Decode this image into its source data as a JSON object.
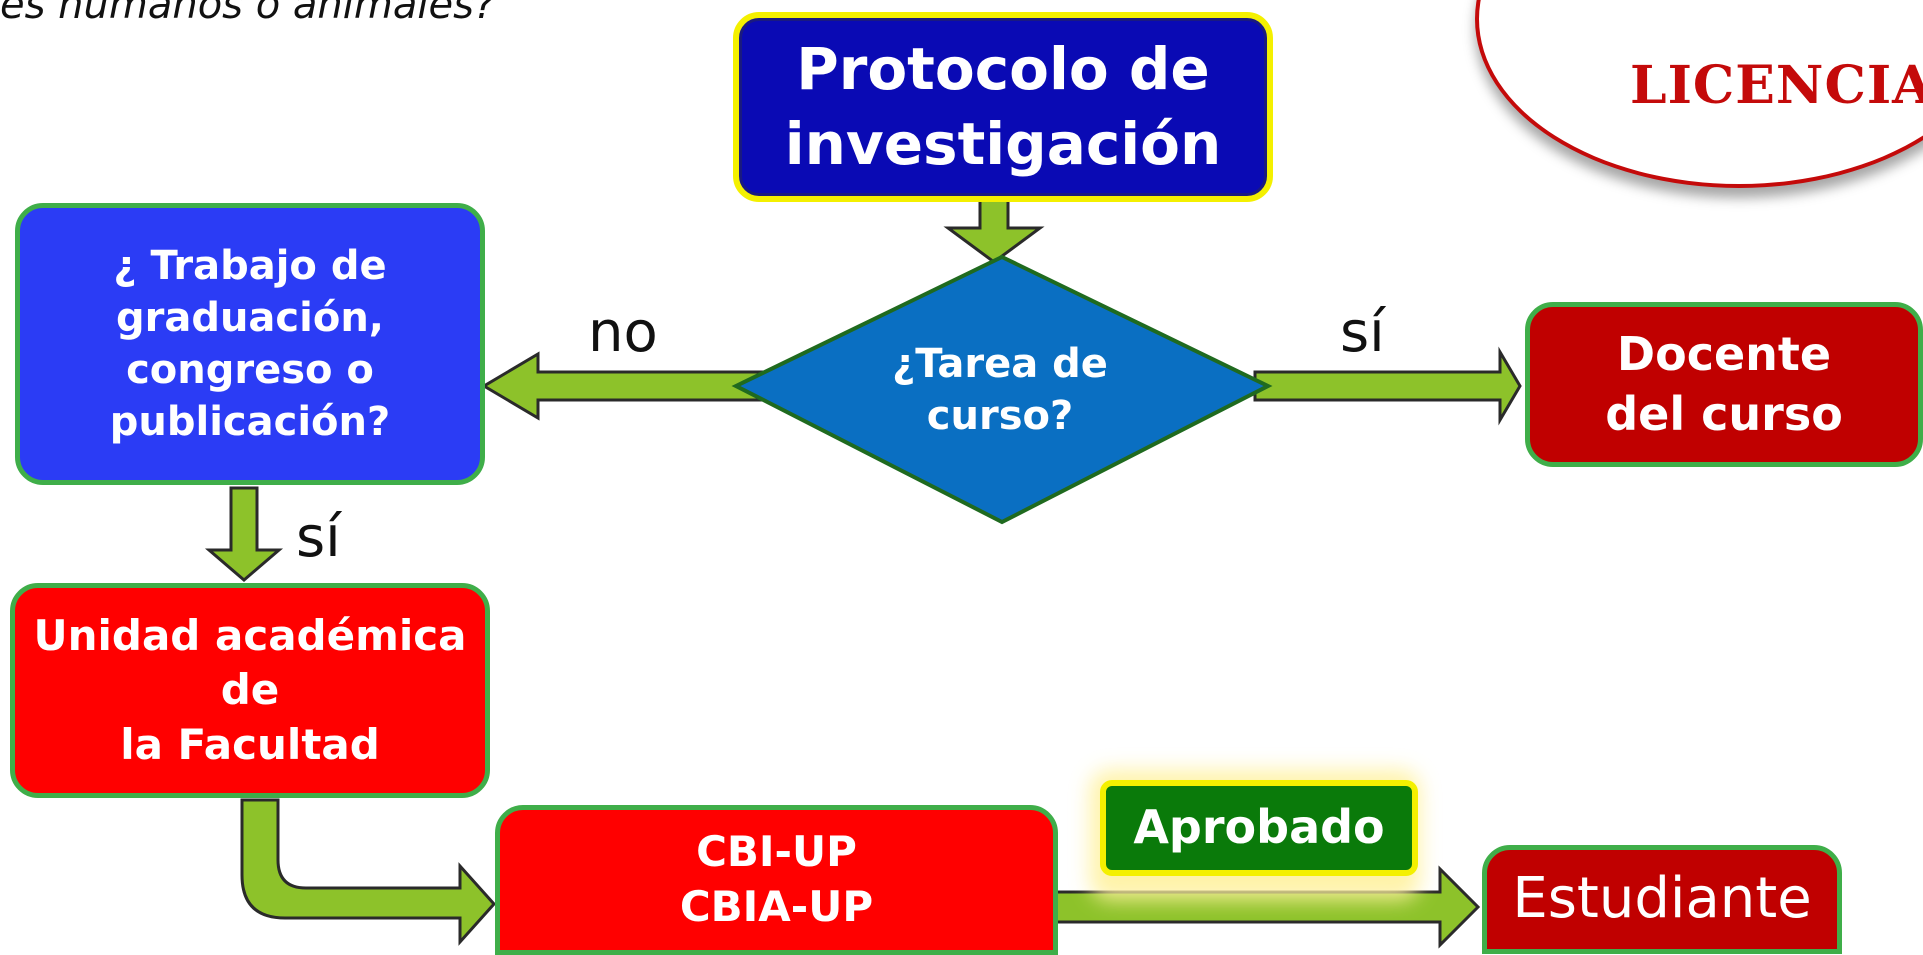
{
  "header": {
    "cut_question": "es humanos o animales?",
    "stamp_text": "LICENCIAT"
  },
  "nodes": {
    "protocolo": "Protocolo de\ninvestigación",
    "tarea": "¿Tarea de\ncurso?",
    "trabajo": "¿ Trabajo de\ngraduación,\ncongreso o\npublicación?",
    "docente": "Docente\ndel curso",
    "unidad": "Unidad académica\nde\nla Facultad",
    "cbi": "CBI-UP\nCBIA-UP",
    "aprobado": "Aprobado",
    "estudiante": "Estudiante"
  },
  "edge_labels": {
    "no": "no",
    "si_right": "sí",
    "si_down": "sí"
  },
  "colors": {
    "arrow_fill": "#8dc22a",
    "arrow_stroke": "#2a2a2a",
    "node_border": "#3fae49",
    "protocolo_fill": "#0a0ab4",
    "protocolo_border": "#f4f000",
    "diamond_fill": "#0a6fc2",
    "trabajo_fill": "#2b3cf5",
    "docente_fill": "#c00000",
    "red_fill": "#ff0000",
    "aprobado_fill": "#0a7a0a",
    "estudiante_fill": "#c00000"
  }
}
